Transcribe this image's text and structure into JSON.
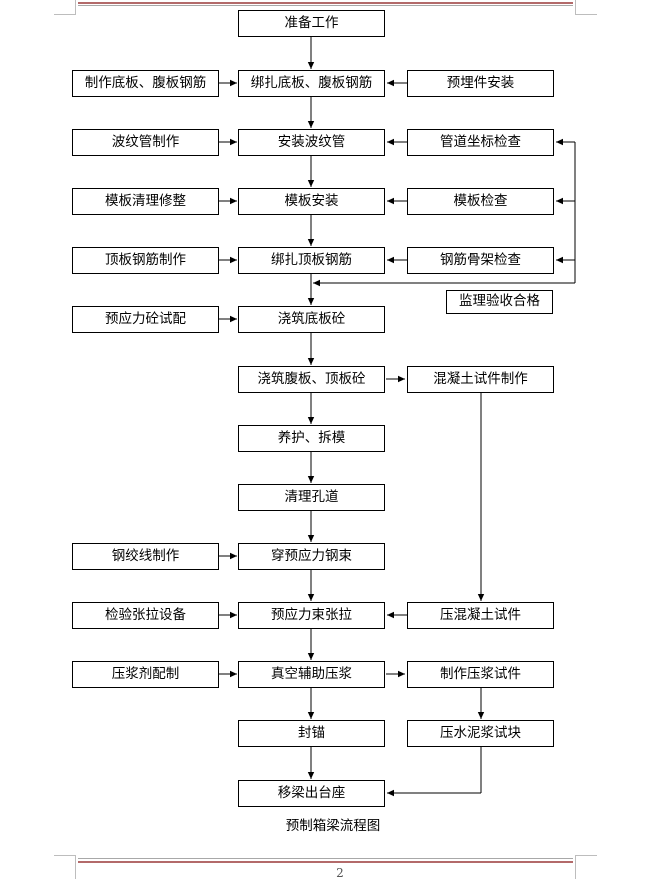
{
  "diagram": {
    "caption": "预制箱梁流程图",
    "main_steps": [
      "准备工作",
      "绑扎底板、腹板钢筋",
      "安装波纹管",
      "模板安装",
      "绑扎顶板钢筋",
      "浇筑底板砼",
      "浇筑腹板、顶板砼",
      "养护、拆模",
      "清理孔道",
      "穿预应力钢束",
      "预应力束张拉",
      "真空辅助压浆",
      "封锚",
      "移梁出台座"
    ],
    "left_inputs": [
      "制作底板、腹板钢筋",
      "波纹管制作",
      "模板清理修整",
      "顶板钢筋制作",
      "预应力砼试配",
      "钢绞线制作",
      "检验张拉设备",
      "压浆剂配制"
    ],
    "right_checks": [
      "预埋件安装",
      "管道坐标检查",
      "模板检查",
      "钢筋骨架检查"
    ],
    "approval": "监理验收合格",
    "concrete_test": [
      "混凝土试件制作",
      "压混凝土试件"
    ],
    "grout_test": [
      "制作压浆试件",
      "压水泥浆试块"
    ]
  },
  "footer": {
    "page_number": "2"
  }
}
